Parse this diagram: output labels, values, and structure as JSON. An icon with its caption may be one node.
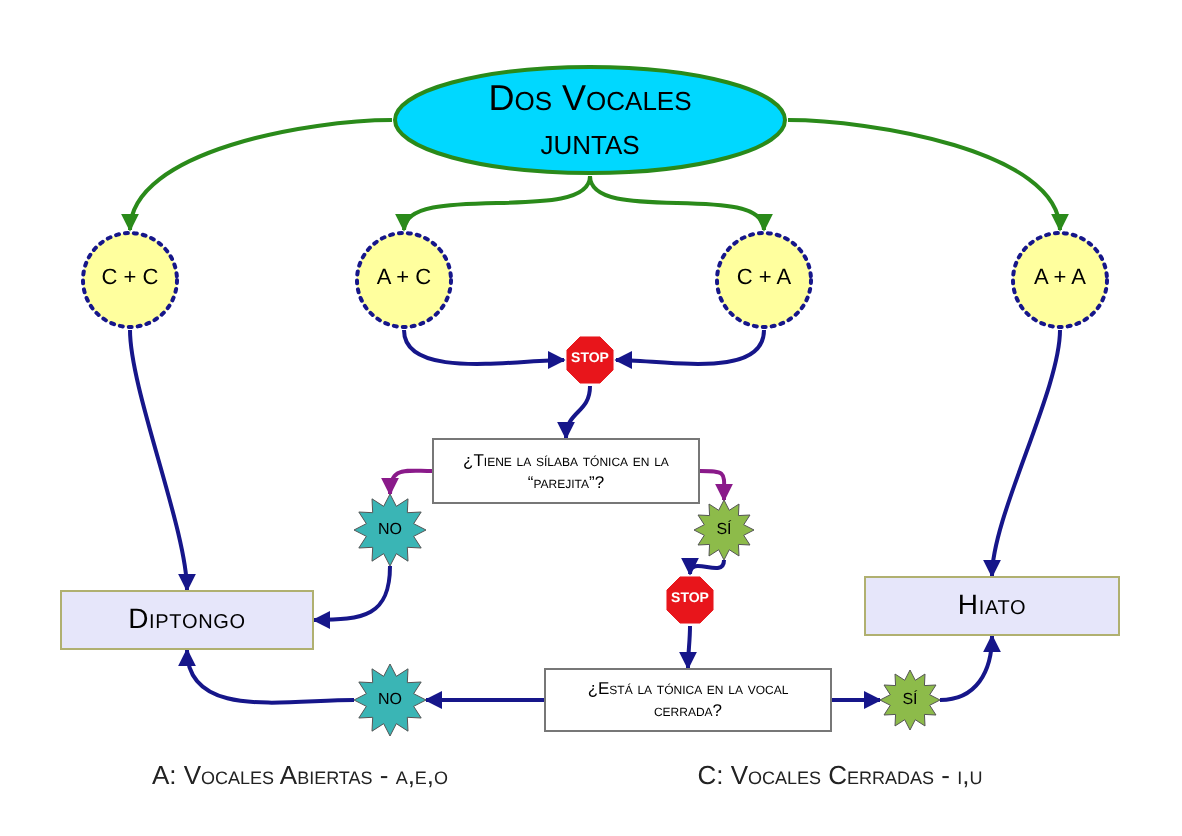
{
  "diagram": {
    "nodes": [
      {
        "text": [
          "Dos Vocales juntas"
        ]
      },
      {
        "text": [
          "C + C"
        ]
      },
      {
        "text": [
          "A + C"
        ]
      },
      {
        "text": [
          "C + A"
        ]
      },
      {
        "text": [
          "A + A"
        ]
      },
      {
        "text": [
          "STOP"
        ]
      },
      {
        "text": [
          "¿Tiene la sílaba tónica en la “parejita”?"
        ]
      },
      {
        "text": [
          "NO"
        ]
      },
      {
        "text": [
          "SÍ"
        ]
      },
      {
        "text": [
          "STOP"
        ]
      },
      {
        "text": [
          "Diptongo"
        ]
      },
      {
        "text": [
          "Hiato"
        ]
      },
      {
        "text": [
          "¿Está la tónica en la vocal cerrada?"
        ]
      },
      {
        "text": [
          "NO"
        ]
      },
      {
        "text": [
          "SÍ"
        ]
      }
    ],
    "edges": [
      {
        "from": 0,
        "to": 1,
        "arrow": "to",
        "color": "#2a8a1a"
      },
      {
        "from": 0,
        "to": 2,
        "arrow": "to",
        "color": "#2a8a1a"
      },
      {
        "from": 0,
        "to": 3,
        "arrow": "to",
        "color": "#2a8a1a"
      },
      {
        "from": 0,
        "to": 4,
        "arrow": "to",
        "color": "#2a8a1a"
      },
      {
        "from": 2,
        "to": 5,
        "arrow": "to"
      },
      {
        "from": 3,
        "to": 5,
        "arrow": "to"
      },
      {
        "from": 5,
        "to": 6,
        "arrow": "to"
      },
      {
        "from": 6,
        "to": 7,
        "arrow": "to",
        "color": "#8a1a8a"
      },
      {
        "from": 6,
        "to": 8,
        "arrow": "to",
        "color": "#8a1a8a"
      },
      {
        "from": 7,
        "to": 10,
        "arrow": "to"
      },
      {
        "from": 1,
        "to": 10,
        "arrow": "to"
      },
      {
        "from": 8,
        "to": 9,
        "arrow": "to"
      },
      {
        "from": 9,
        "to": 12,
        "arrow": "to"
      },
      {
        "from": 12,
        "to": 13,
        "arrow": "to"
      },
      {
        "from": 13,
        "to": 10,
        "arrow": "to"
      },
      {
        "from": 12,
        "to": 14,
        "arrow": "to"
      },
      {
        "from": 14,
        "to": 11,
        "arrow": "to"
      },
      {
        "from": 4,
        "to": 11,
        "arrow": "to"
      }
    ],
    "labels": [
      "A: Vocales Abiertas - a,e,o",
      "C: Vocales Cerradas - i,u"
    ]
  }
}
